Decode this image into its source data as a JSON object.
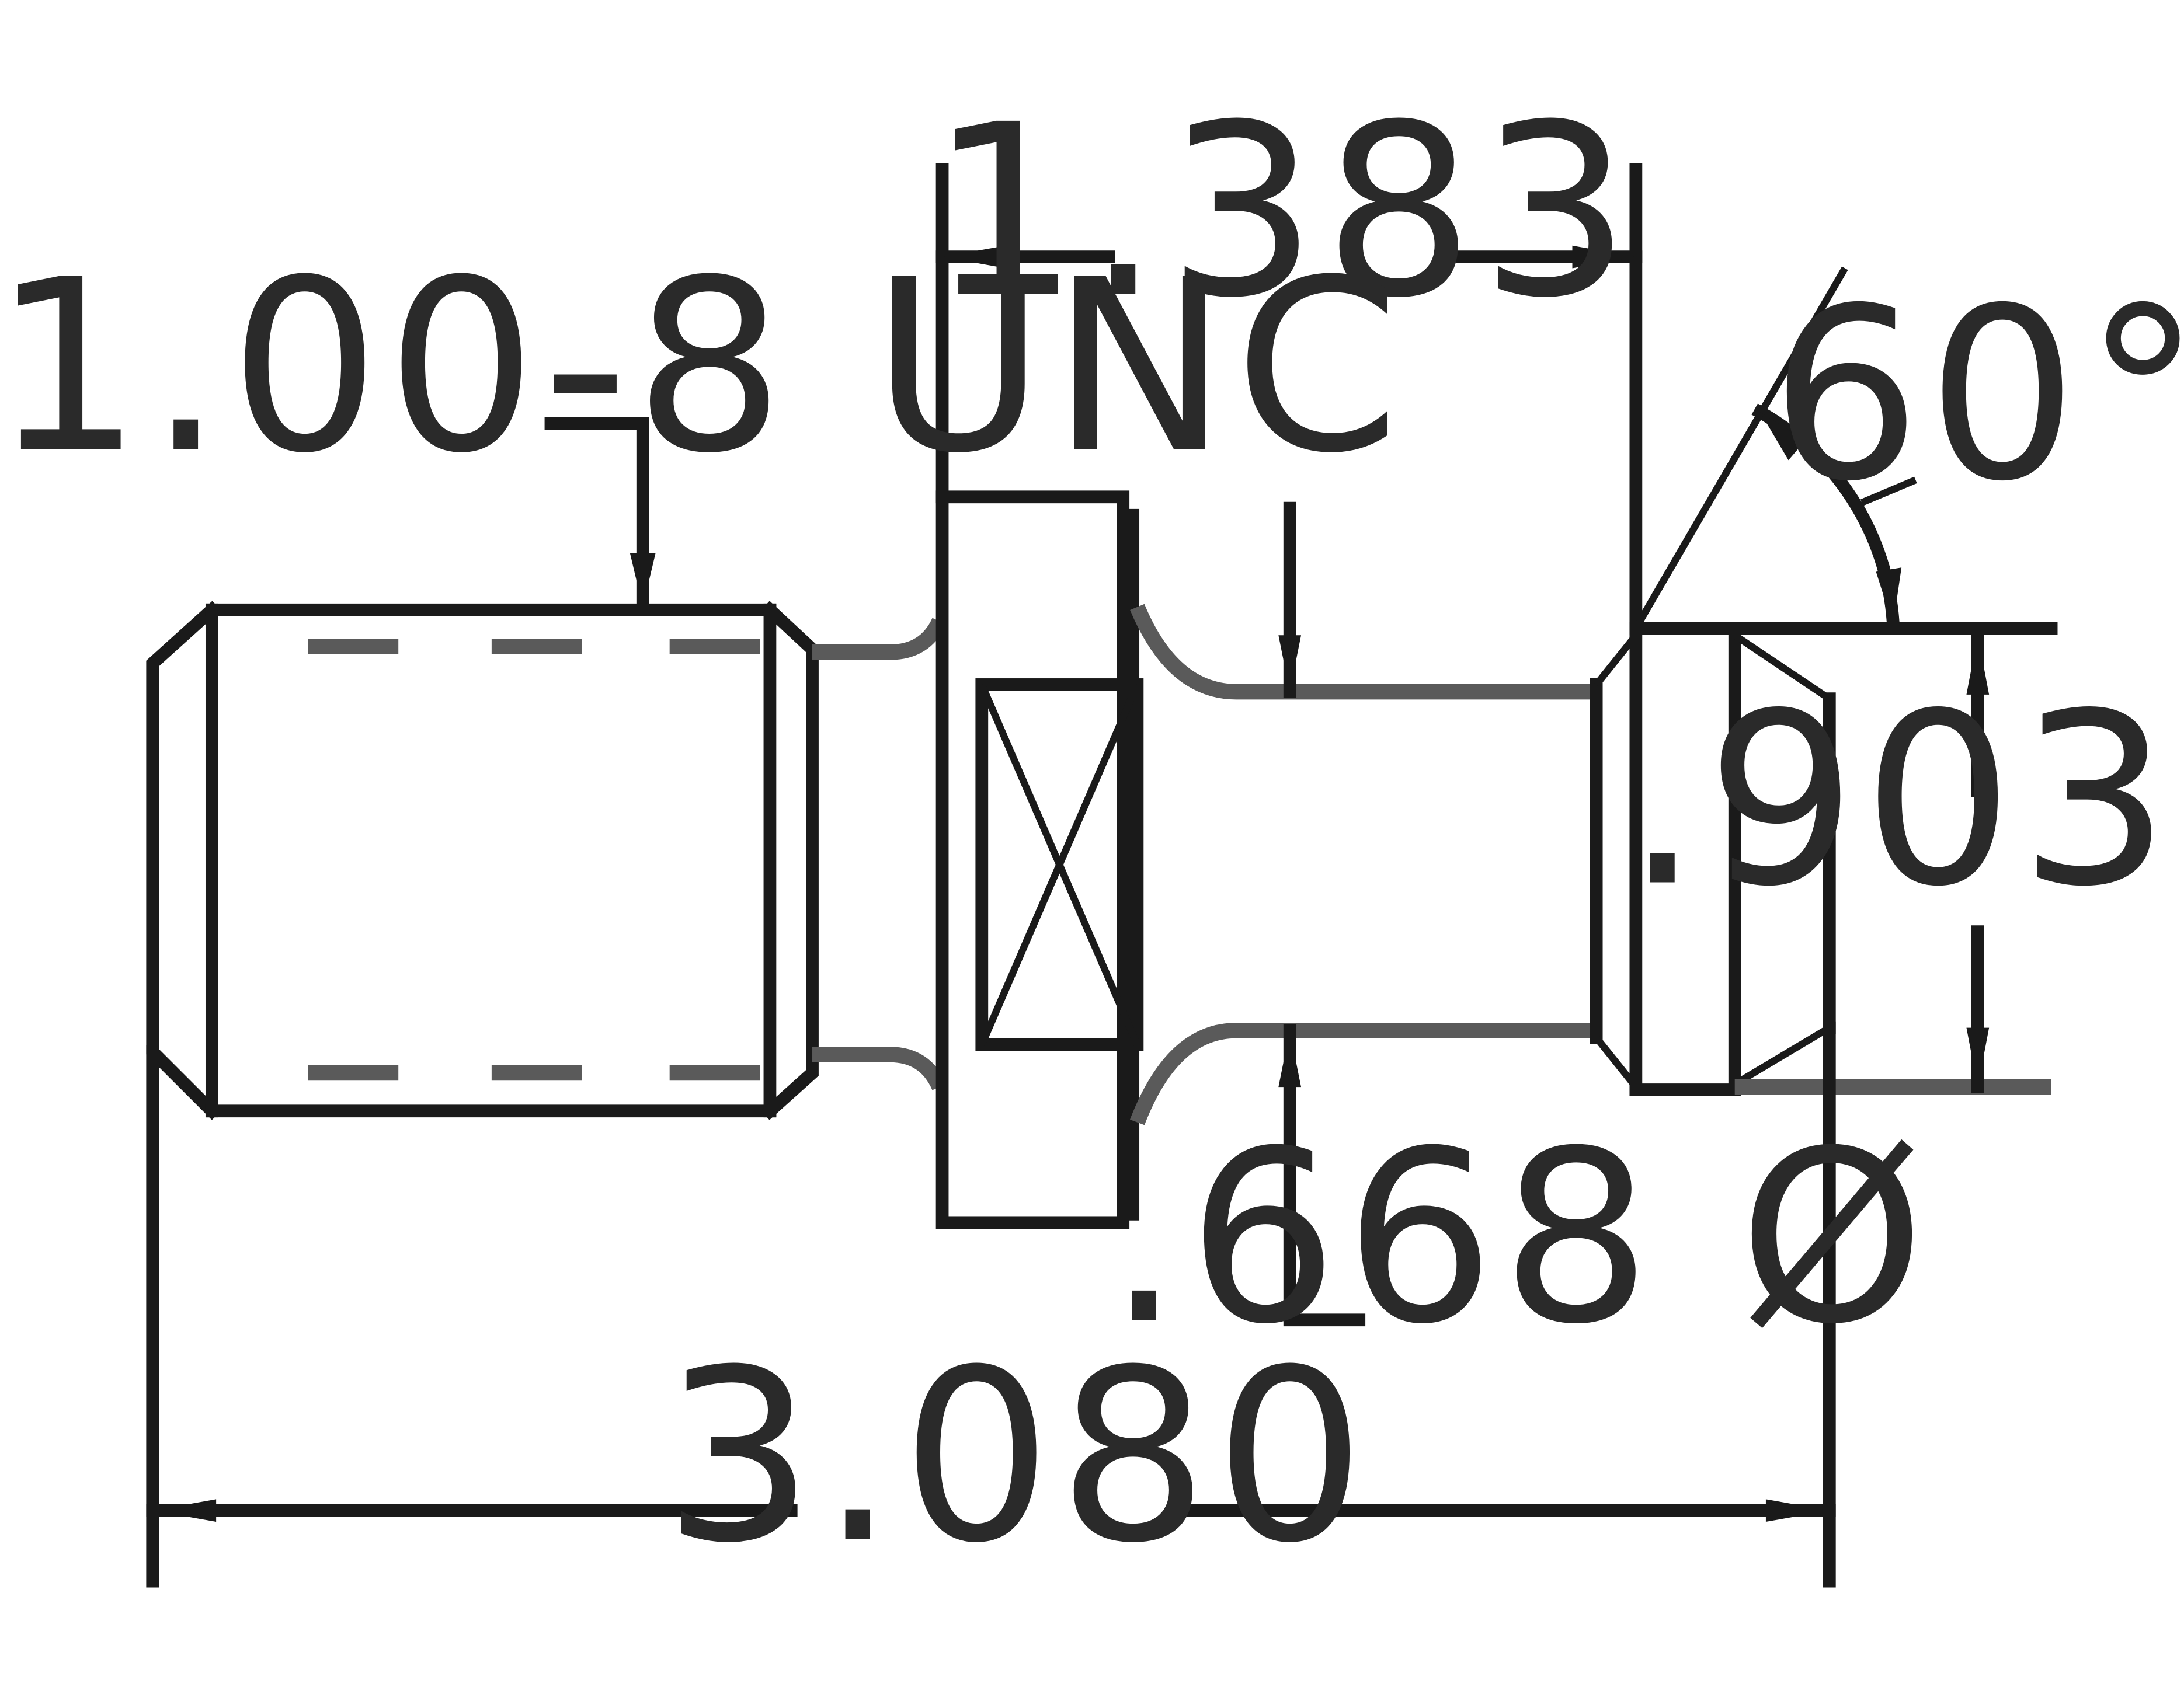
{
  "drawing": {
    "thread_callout": "1.00-8  UNC",
    "flange_to_tip_length": "1.383",
    "angle": "60°",
    "tip_diameter": ".903 Ø",
    "neck_diameter": ".668 Ø",
    "overall_length": "3.080"
  }
}
